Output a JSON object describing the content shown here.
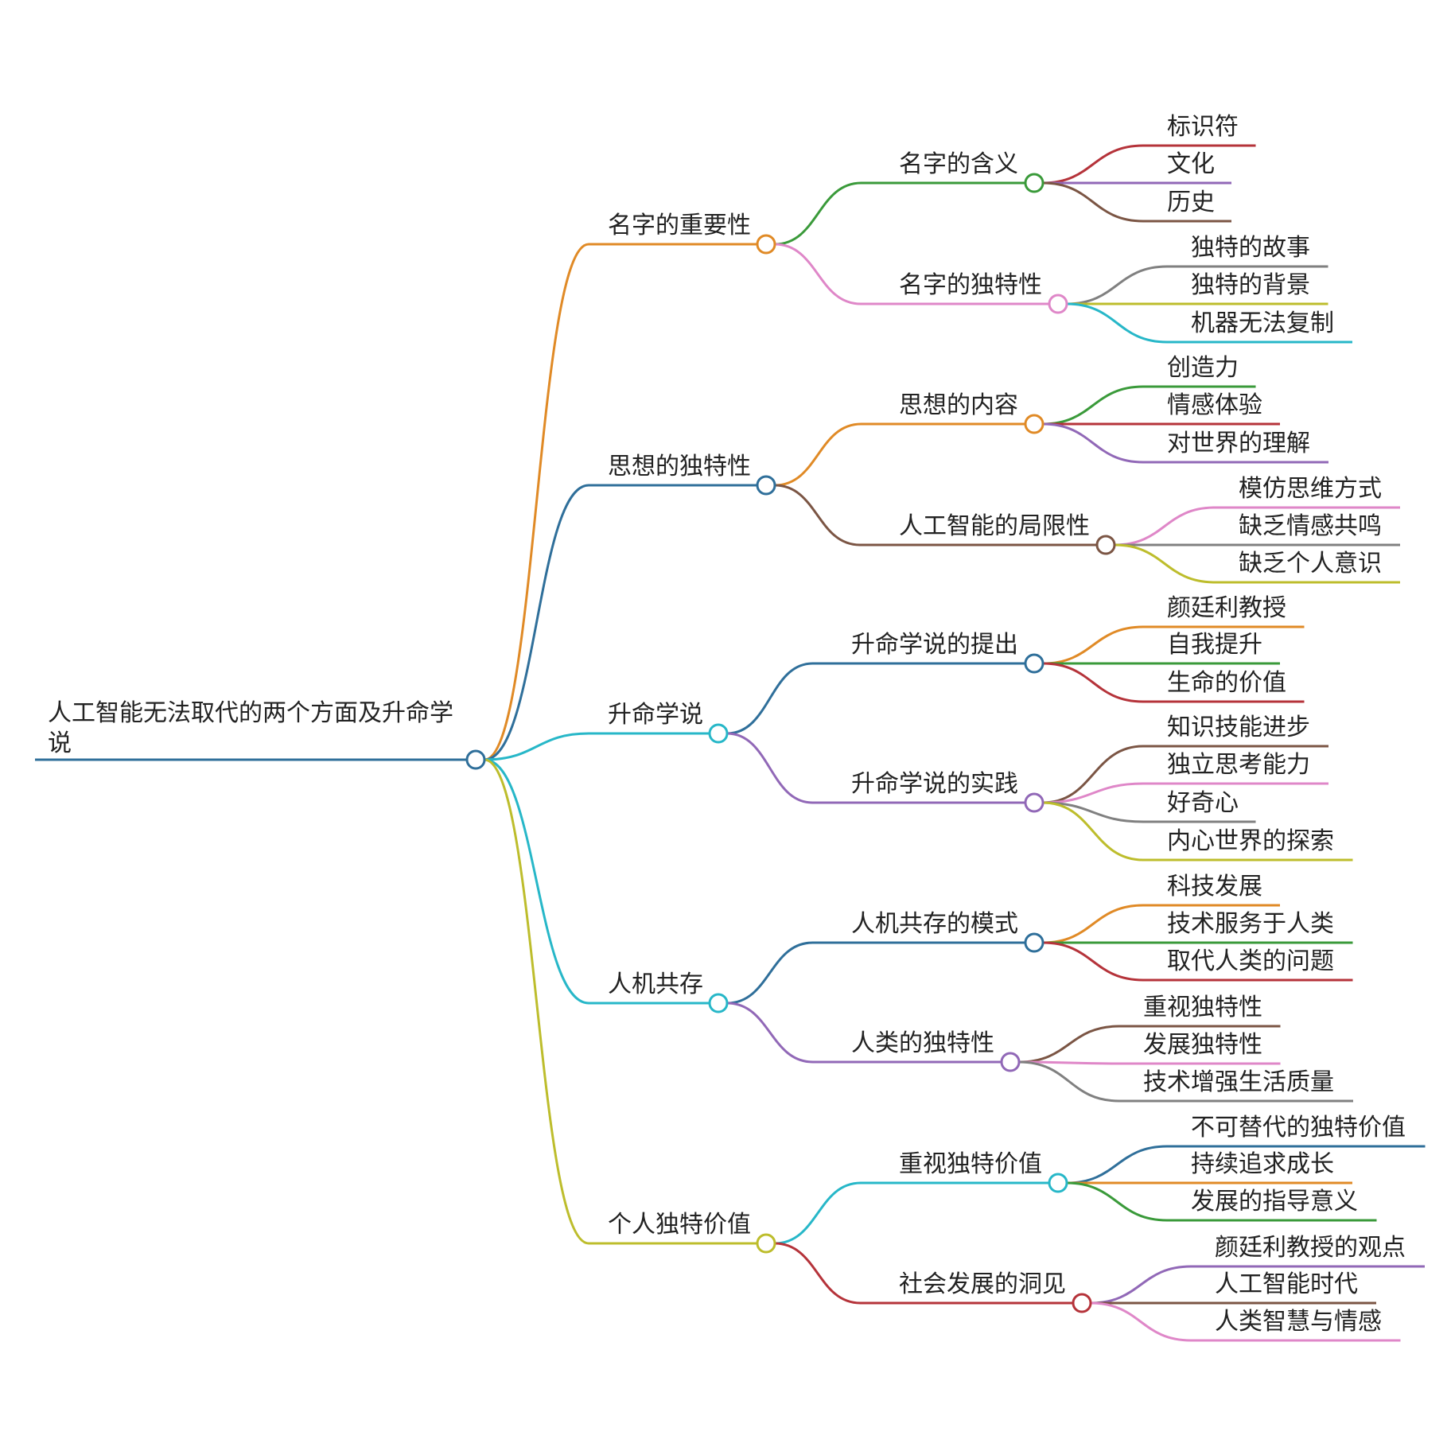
{
  "root": {
    "label_line1": "人工智能无法取代的两个方面及升命学",
    "label_line2": "说",
    "color": "#2f6f9a"
  },
  "branches": [
    {
      "label": "名字的重要性",
      "color": "#e08a26",
      "children": [
        {
          "label": "名字的含义",
          "color": "#3a9a3a",
          "leaves": [
            {
              "label": "标识符",
              "color": "#b5333a"
            },
            {
              "label": "文化",
              "color": "#9168b7"
            },
            {
              "label": "历史",
              "color": "#7b5544"
            }
          ]
        },
        {
          "label": "名字的独特性",
          "color": "#df87c8",
          "leaves": [
            {
              "label": "独特的故事",
              "color": "#808080"
            },
            {
              "label": "独特的背景",
              "color": "#bdbd2c"
            },
            {
              "label": "机器无法复制",
              "color": "#27b7c8"
            }
          ]
        }
      ]
    },
    {
      "label": "思想的独特性",
      "color": "#2f6f9a",
      "children": [
        {
          "label": "思想的内容",
          "color": "#e08a26",
          "leaves": [
            {
              "label": "创造力",
              "color": "#3a9a3a"
            },
            {
              "label": "情感体验",
              "color": "#b5333a"
            },
            {
              "label": "对世界的理解",
              "color": "#9168b7"
            }
          ]
        },
        {
          "label": "人工智能的局限性",
          "color": "#7b5544",
          "leaves": [
            {
              "label": "模仿思维方式",
              "color": "#df87c8"
            },
            {
              "label": "缺乏情感共鸣",
              "color": "#808080"
            },
            {
              "label": "缺乏个人意识",
              "color": "#bdbd2c"
            }
          ]
        }
      ]
    },
    {
      "label": "升命学说",
      "color": "#27b7c8",
      "children": [
        {
          "label": "升命学说的提出",
          "color": "#2f6f9a",
          "leaves": [
            {
              "label": "颜廷利教授",
              "color": "#e08a26"
            },
            {
              "label": "自我提升",
              "color": "#3a9a3a"
            },
            {
              "label": "生命的价值",
              "color": "#b5333a"
            }
          ]
        },
        {
          "label": "升命学说的实践",
          "color": "#9168b7",
          "leaves": [
            {
              "label": "知识技能进步",
              "color": "#7b5544"
            },
            {
              "label": "独立思考能力",
              "color": "#df87c8"
            },
            {
              "label": "好奇心",
              "color": "#808080"
            },
            {
              "label": "内心世界的探索",
              "color": "#bdbd2c"
            }
          ]
        }
      ]
    },
    {
      "label": "人机共存",
      "color": "#27b7c8",
      "children": [
        {
          "label": "人机共存的模式",
          "color": "#2f6f9a",
          "leaves": [
            {
              "label": "科技发展",
              "color": "#e08a26"
            },
            {
              "label": "技术服务于人类",
              "color": "#3a9a3a"
            },
            {
              "label": "取代人类的问题",
              "color": "#b5333a"
            }
          ]
        },
        {
          "label": "人类的独特性",
          "color": "#9168b7",
          "leaves": [
            {
              "label": "重视独特性",
              "color": "#7b5544"
            },
            {
              "label": "发展独特性",
              "color": "#df87c8"
            },
            {
              "label": "技术增强生活质量",
              "color": "#808080"
            }
          ]
        }
      ]
    },
    {
      "label": "个人独特价值",
      "color": "#bdbd2c",
      "children": [
        {
          "label": "重视独特价值",
          "color": "#27b7c8",
          "leaves": [
            {
              "label": "不可替代的独特价值",
              "color": "#2f6f9a"
            },
            {
              "label": "持续追求成长",
              "color": "#e08a26"
            },
            {
              "label": "发展的指导意义",
              "color": "#3a9a3a"
            }
          ]
        },
        {
          "label": "社会发展的洞见",
          "color": "#b5333a",
          "leaves": [
            {
              "label": "颜廷利教授的观点",
              "color": "#9168b7"
            },
            {
              "label": "人工智能时代",
              "color": "#7b5544"
            },
            {
              "label": "人类智慧与情感",
              "color": "#df87c8"
            }
          ]
        }
      ]
    }
  ]
}
